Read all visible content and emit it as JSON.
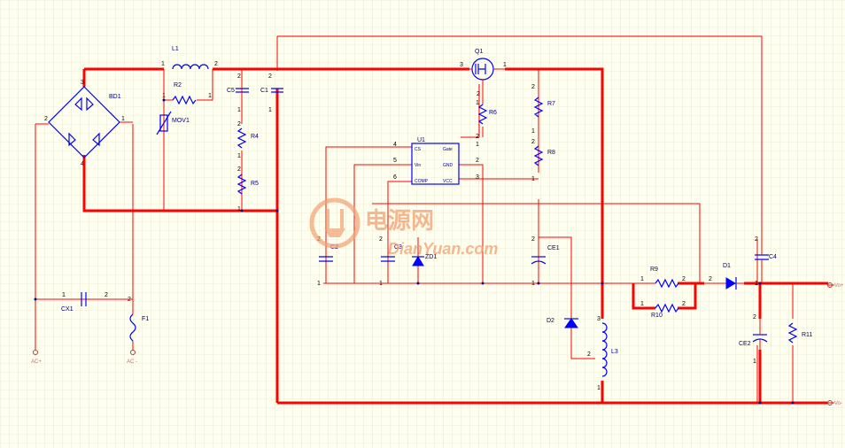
{
  "colors": {
    "wire": "#ff0000",
    "component": "#0000ff",
    "label": "#000080",
    "background": "#ffffef",
    "grid": "#d9d9c6"
  },
  "components": {
    "BD1": "BD1",
    "L1": "L1",
    "R2": "R2",
    "MOV1": "MOV1",
    "C5": "C5",
    "C1": "C1",
    "R4": "R4",
    "R5": "R5",
    "Q1": "Q1",
    "R6": "R6",
    "R7": "R7",
    "R8": "R8",
    "U1": "U1",
    "C2": "C2",
    "C3": "C3",
    "ZD1": "ZD1",
    "CE1": "CE1",
    "D2": "D2",
    "L3": "L3",
    "R9": "R9",
    "R10": "R10",
    "D1": "D1",
    "C4": "C4",
    "CE2": "CE2",
    "R11": "R11",
    "CX1": "CX1",
    "F1": "F1"
  },
  "u1_pins": {
    "cs": "CS",
    "gate": "Gate",
    "vin": "Vin",
    "gnd": "GND",
    "comp": "COMP",
    "vcc": "VCC"
  },
  "ports": {
    "ac_plus": "AC+",
    "ac_minus": "AC -",
    "vout_plus": "Vo+",
    "vout_minus": "Vo-"
  },
  "watermark": {
    "cn": "电源网",
    "en": "DianYuan.com"
  }
}
